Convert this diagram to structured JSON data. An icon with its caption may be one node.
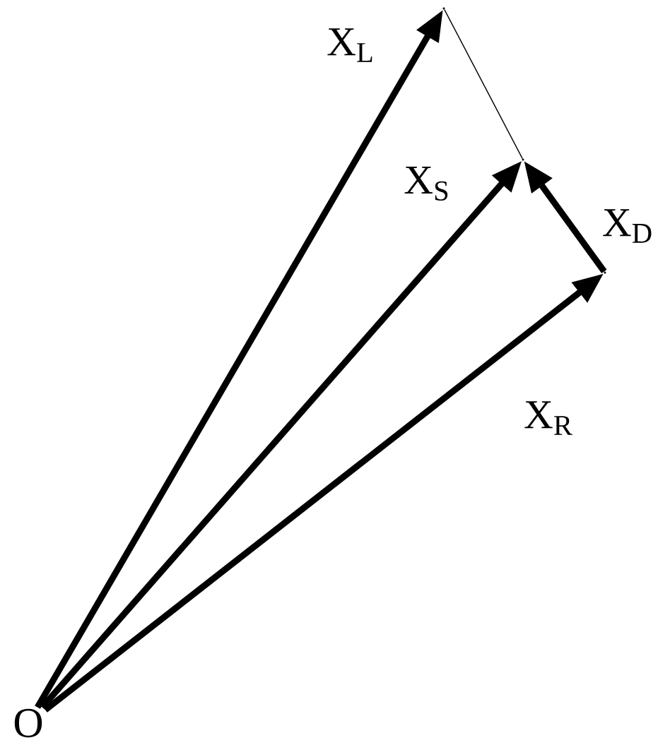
{
  "diagram": {
    "nodes": [
      {
        "text": [
          "O"
        ]
      },
      {
        "text": [],
        "shape": "point"
      },
      {
        "text": [],
        "shape": "point"
      },
      {
        "text": [],
        "shape": "point"
      }
    ],
    "edges": [
      {
        "from": 0,
        "to": 1,
        "arrow": "to",
        "label": "X$_{L}$"
      },
      {
        "from": 0,
        "to": 2,
        "arrow": "to",
        "label": "X$_{S}$"
      },
      {
        "from": 0,
        "to": 3,
        "arrow": "to",
        "label": "X$_{R}$"
      },
      {
        "from": 3,
        "to": 2,
        "arrow": "to",
        "label": "X$_{D}$"
      },
      {
        "from": 1,
        "to": 2,
        "arrow": "none"
      }
    ]
  }
}
